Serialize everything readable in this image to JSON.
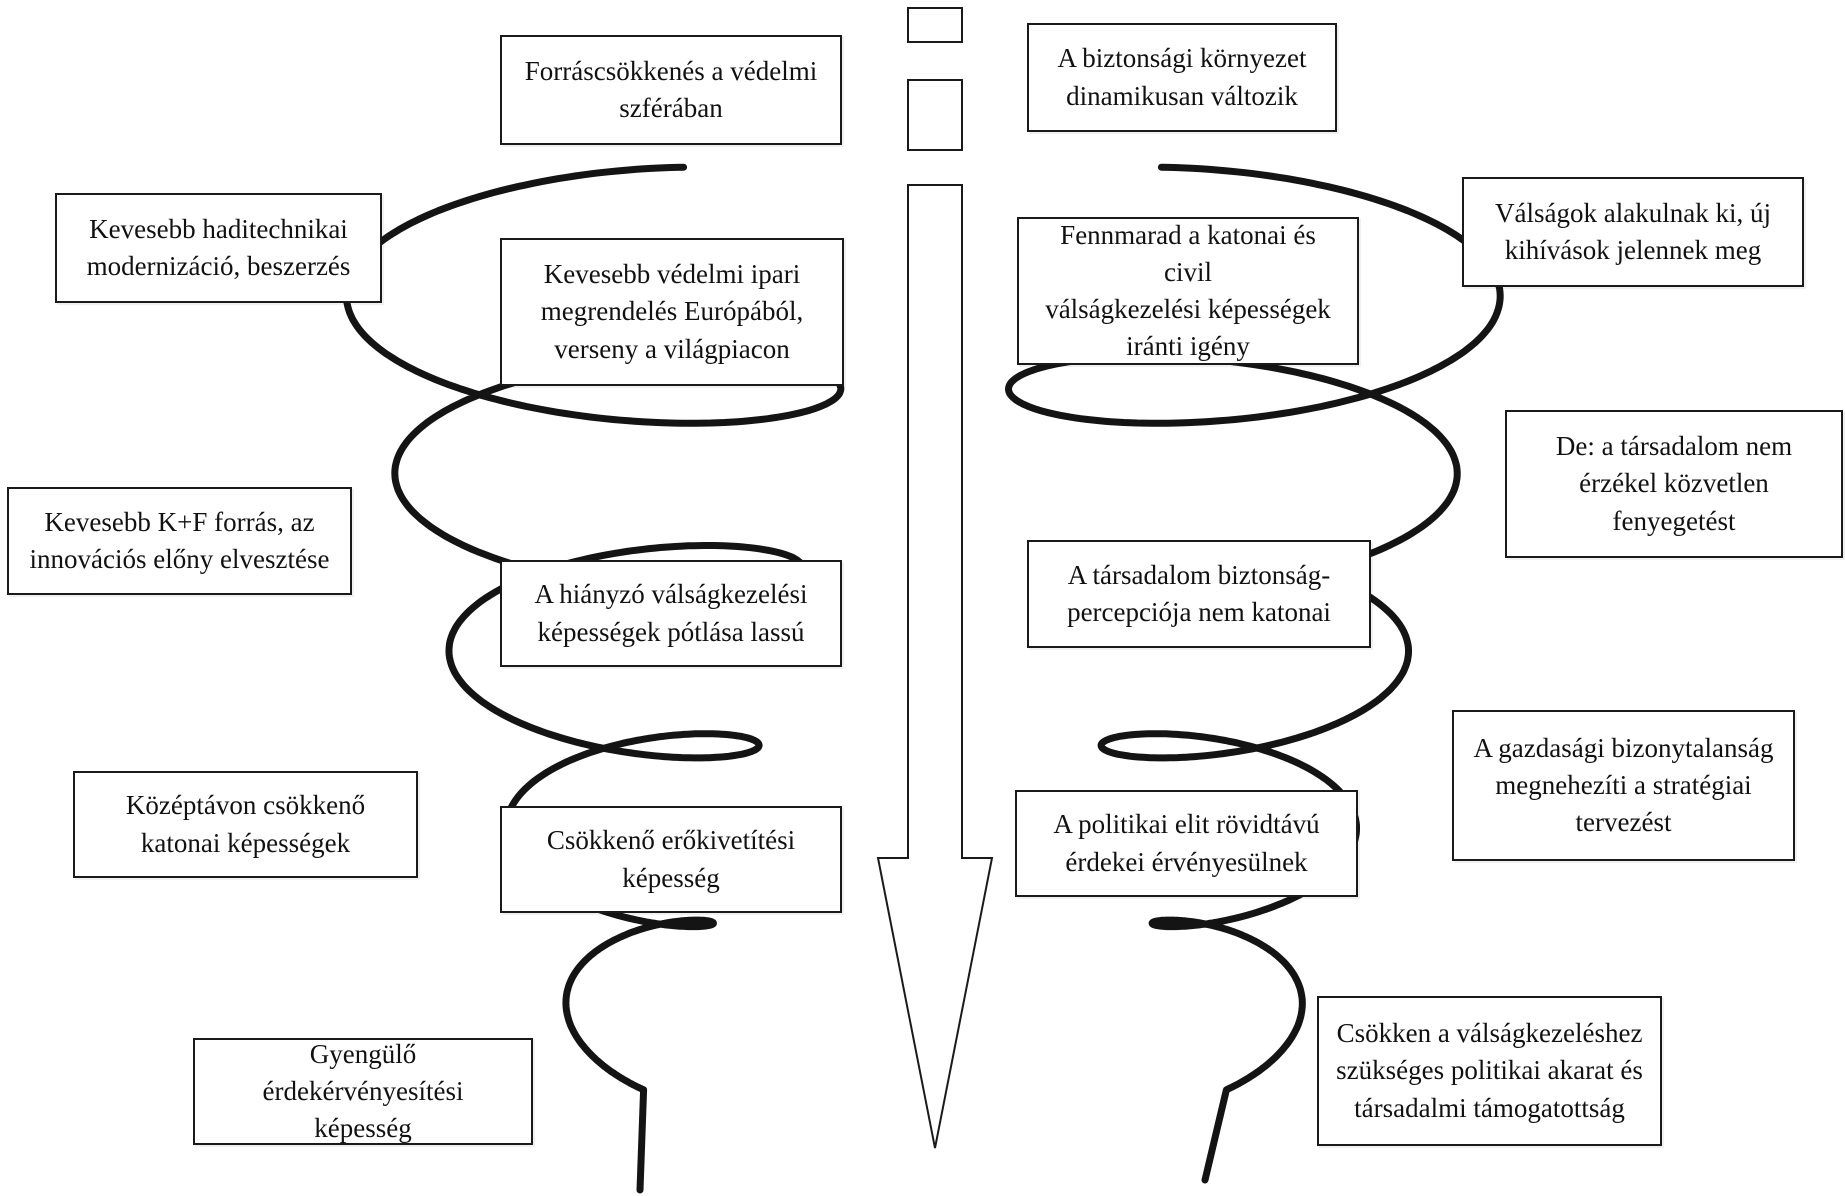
{
  "diagram": {
    "left_column": [
      {
        "id": "l1",
        "text": "Forráscsökkenés a védelmi\nszférában"
      },
      {
        "id": "l2",
        "text": "Kevesebb haditechnikai\nmodernizáció, beszerzés"
      },
      {
        "id": "l3",
        "text": "Kevesebb védelmi ipari\nmegrendelés Európából,\nverseny a világpiacon"
      },
      {
        "id": "l4",
        "text": "Kevesebb K+F forrás, az\ninnovációs előny elvesztése"
      },
      {
        "id": "l5",
        "text": "A hiányzó válságkezelési\nképességek pótlása lassú"
      },
      {
        "id": "l6",
        "text": "Középtávon csökkenő\nkatonai képességek"
      },
      {
        "id": "l7",
        "text": "Csökkenő erőkivetítési\nképesség"
      },
      {
        "id": "l8",
        "text": "Gyengülő érdekérvényesítési\nképesség"
      }
    ],
    "right_column": [
      {
        "id": "r1",
        "text": "A biztonsági környezet\ndinamikusan változik"
      },
      {
        "id": "r2",
        "text": "Válságok alakulnak ki, új\nkihívások jelennek meg"
      },
      {
        "id": "r3",
        "text": "Fennmarad a katonai és civil\nválságkezelési képességek\niránti igény"
      },
      {
        "id": "r4",
        "text": "De: a társadalom nem\nérzékel közvetlen\nfenyegetést"
      },
      {
        "id": "r5",
        "text": "A társadalom biztonság-\npercepciója nem katonai"
      },
      {
        "id": "r6",
        "text": "A gazdasági bizonytalanság\nmegnehezíti a stratégiai\ntervezést"
      },
      {
        "id": "r7",
        "text": "A politikai elit rövidtávú\nérdekei érvényesülnek"
      },
      {
        "id": "r8",
        "text": "Csökken a válságkezeléshez\nszükséges politikai akarat és\ntársadalmi támogatottság"
      }
    ],
    "colors": {
      "stroke": "#1a1a1a",
      "spiral": "#141414",
      "background": "#ffffff"
    }
  }
}
